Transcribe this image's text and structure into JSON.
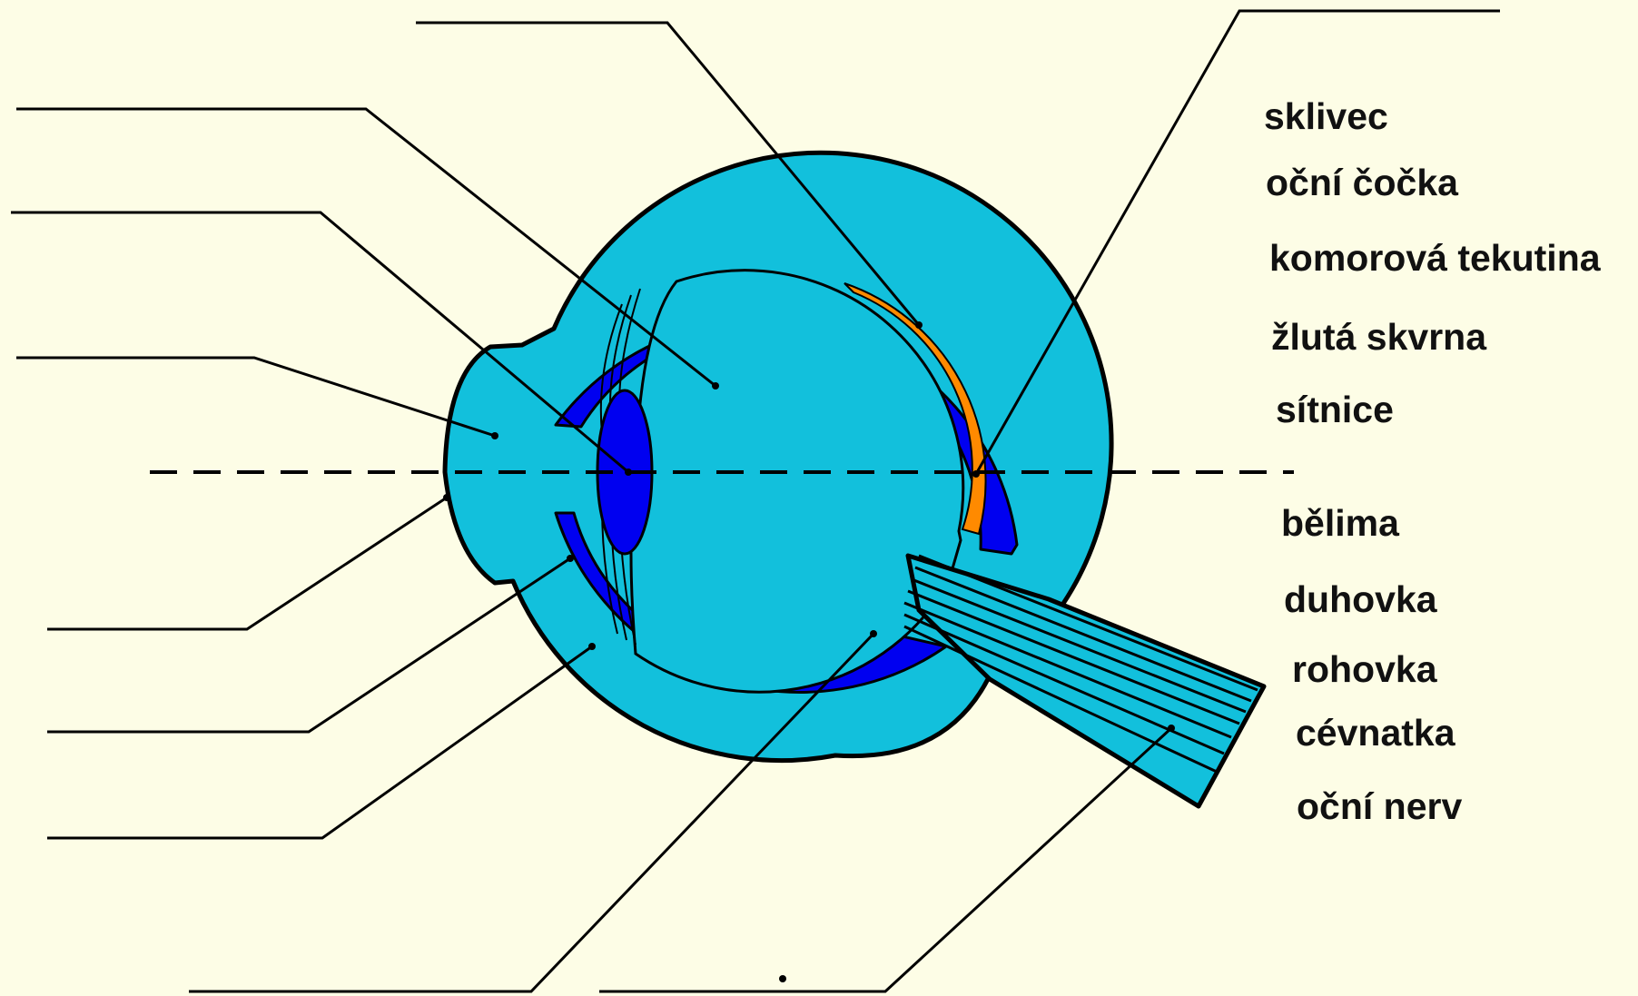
{
  "labels": [
    "sklivec",
    "oční čočka",
    "komorová tekutina",
    "žlutá skvrna",
    "sítnice",
    "bělima",
    "duhovka",
    "rohovka",
    "cévnatka",
    "oční nerv"
  ],
  "colors": {
    "background": "#fdfde6",
    "sclera": "#12c0dc",
    "choroid": "#0000f0",
    "yellow_spot": "#ff8a00",
    "lens": "#0000f0",
    "lines": "#000000"
  }
}
